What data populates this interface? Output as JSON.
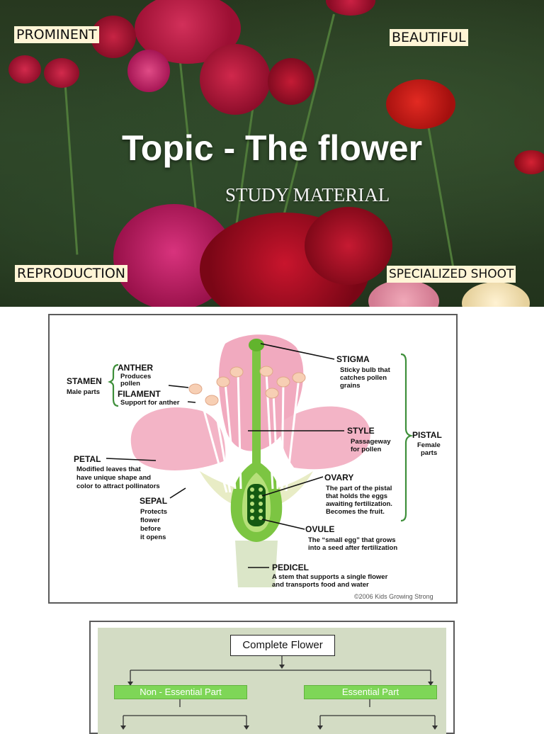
{
  "slide": {
    "title": "Topic - The flower",
    "subtitle": "STUDY MATERIAL",
    "keywords": {
      "prominent": "PROMINENT",
      "beautiful": "BEAUTIFUL",
      "reproduction": "REPRODUCTION",
      "specialized_shoot": "SPECIALIZED SHOOT"
    }
  },
  "diagram": {
    "stamen": {
      "label": "STAMEN",
      "desc": [
        "Male parts"
      ]
    },
    "anther": {
      "label": "ANTHER",
      "desc": [
        "Produces",
        "pollen"
      ]
    },
    "filament": {
      "label": "FILAMENT",
      "desc": [
        "Support for anther"
      ]
    },
    "petal": {
      "label": "PETAL",
      "desc": [
        "Modified leaves that",
        "have unique shape and",
        "color to attract pollinators"
      ]
    },
    "sepal": {
      "label": "SEPAL",
      "desc": [
        "Protects",
        "flower",
        "before",
        "it opens"
      ]
    },
    "stigma": {
      "label": "STIGMA",
      "desc": [
        "Sticky bulb that",
        "catches pollen",
        "grains"
      ]
    },
    "style": {
      "label": "STYLE",
      "desc": [
        "Passageway",
        "for pollen"
      ]
    },
    "pistal": {
      "label": "PISTAL",
      "desc": [
        "Female",
        "parts"
      ]
    },
    "ovary": {
      "label": "OVARY",
      "desc": [
        "The part of the pistal",
        "that holds the eggs",
        "awaiting fertilization.",
        "Becomes the fruit."
      ]
    },
    "ovule": {
      "label": "OVULE",
      "desc": [
        "The “small egg” that grows",
        "into a seed after fertilization"
      ]
    },
    "pedicel": {
      "label": "PEDICEL",
      "desc": [
        "A stem that supports a single flower",
        "and transports food and water"
      ]
    },
    "copyright": "©2006 Kids Growing Strong"
  },
  "classification": {
    "root": "Complete Flower",
    "non_essential": "Non - Essential Part",
    "essential": "Essential Part"
  }
}
